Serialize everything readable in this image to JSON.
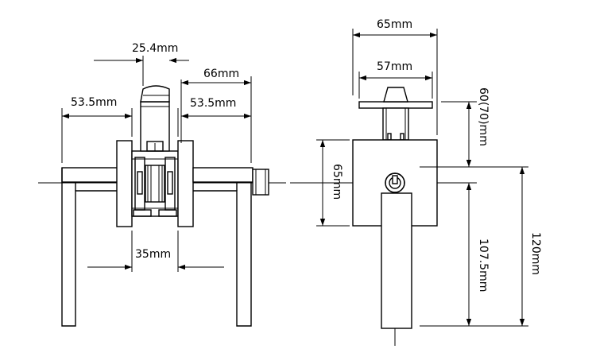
{
  "dimensions": {
    "side_25_4": "25.4mm",
    "side_66": "66mm",
    "side_53_5_left": "53.5mm",
    "side_53_5_right": "53.5mm",
    "side_35": "35mm",
    "front_65_top": "65mm",
    "front_57": "57mm",
    "front_65_side": "65mm",
    "front_60_70": "60(70)mm",
    "front_107_5": "107.5mm",
    "front_120": "120mm"
  }
}
